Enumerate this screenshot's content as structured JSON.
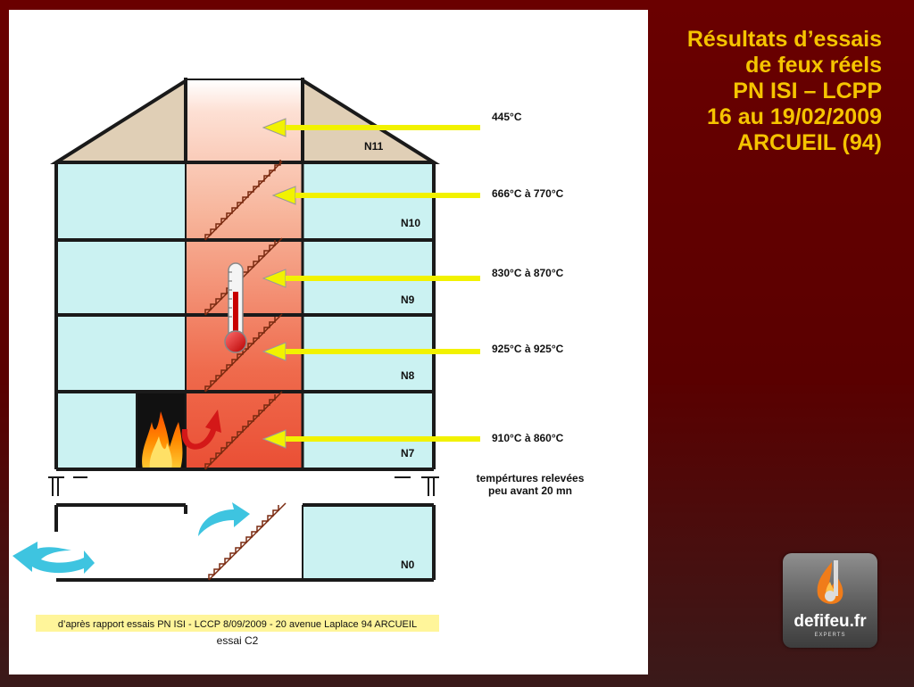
{
  "title_lines": [
    "Résultats d’essais",
    "de feux réels",
    "PN ISI – LCPP",
    "16 au 19/02/2009",
    "ARCUEIL (94)"
  ],
  "levels": {
    "n11": "N11",
    "n10": "N10",
    "n9": "N9",
    "n8": "N8",
    "n7": "N7",
    "n0": "N0"
  },
  "temperatures": [
    "445°C",
    "666°C à 770°C",
    "830°C à 870°C",
    "925°C à 925°C",
    "910°C à 860°C"
  ],
  "note_lines": [
    "tempértures relevées",
    "peu avant 20 mn"
  ],
  "source_caption": "d’après rapport essais PN ISI - LCCP 8/09/2009 - 20 avenue Laplace 94 ARCUEIL",
  "test_label": "essai C2",
  "logo": {
    "name": "defifeu.fr",
    "tagline": "EXPERTS"
  },
  "colors": {
    "room_fill": "#cbf2f2",
    "roof_fill": "#e0cfb6",
    "arrow_yellow": "#f2f200",
    "fire_arrow": "#d41818",
    "air_arrow": "#3ec4e0",
    "title_yellow": "#f5c400",
    "caption_highlight": "#fff59a"
  }
}
